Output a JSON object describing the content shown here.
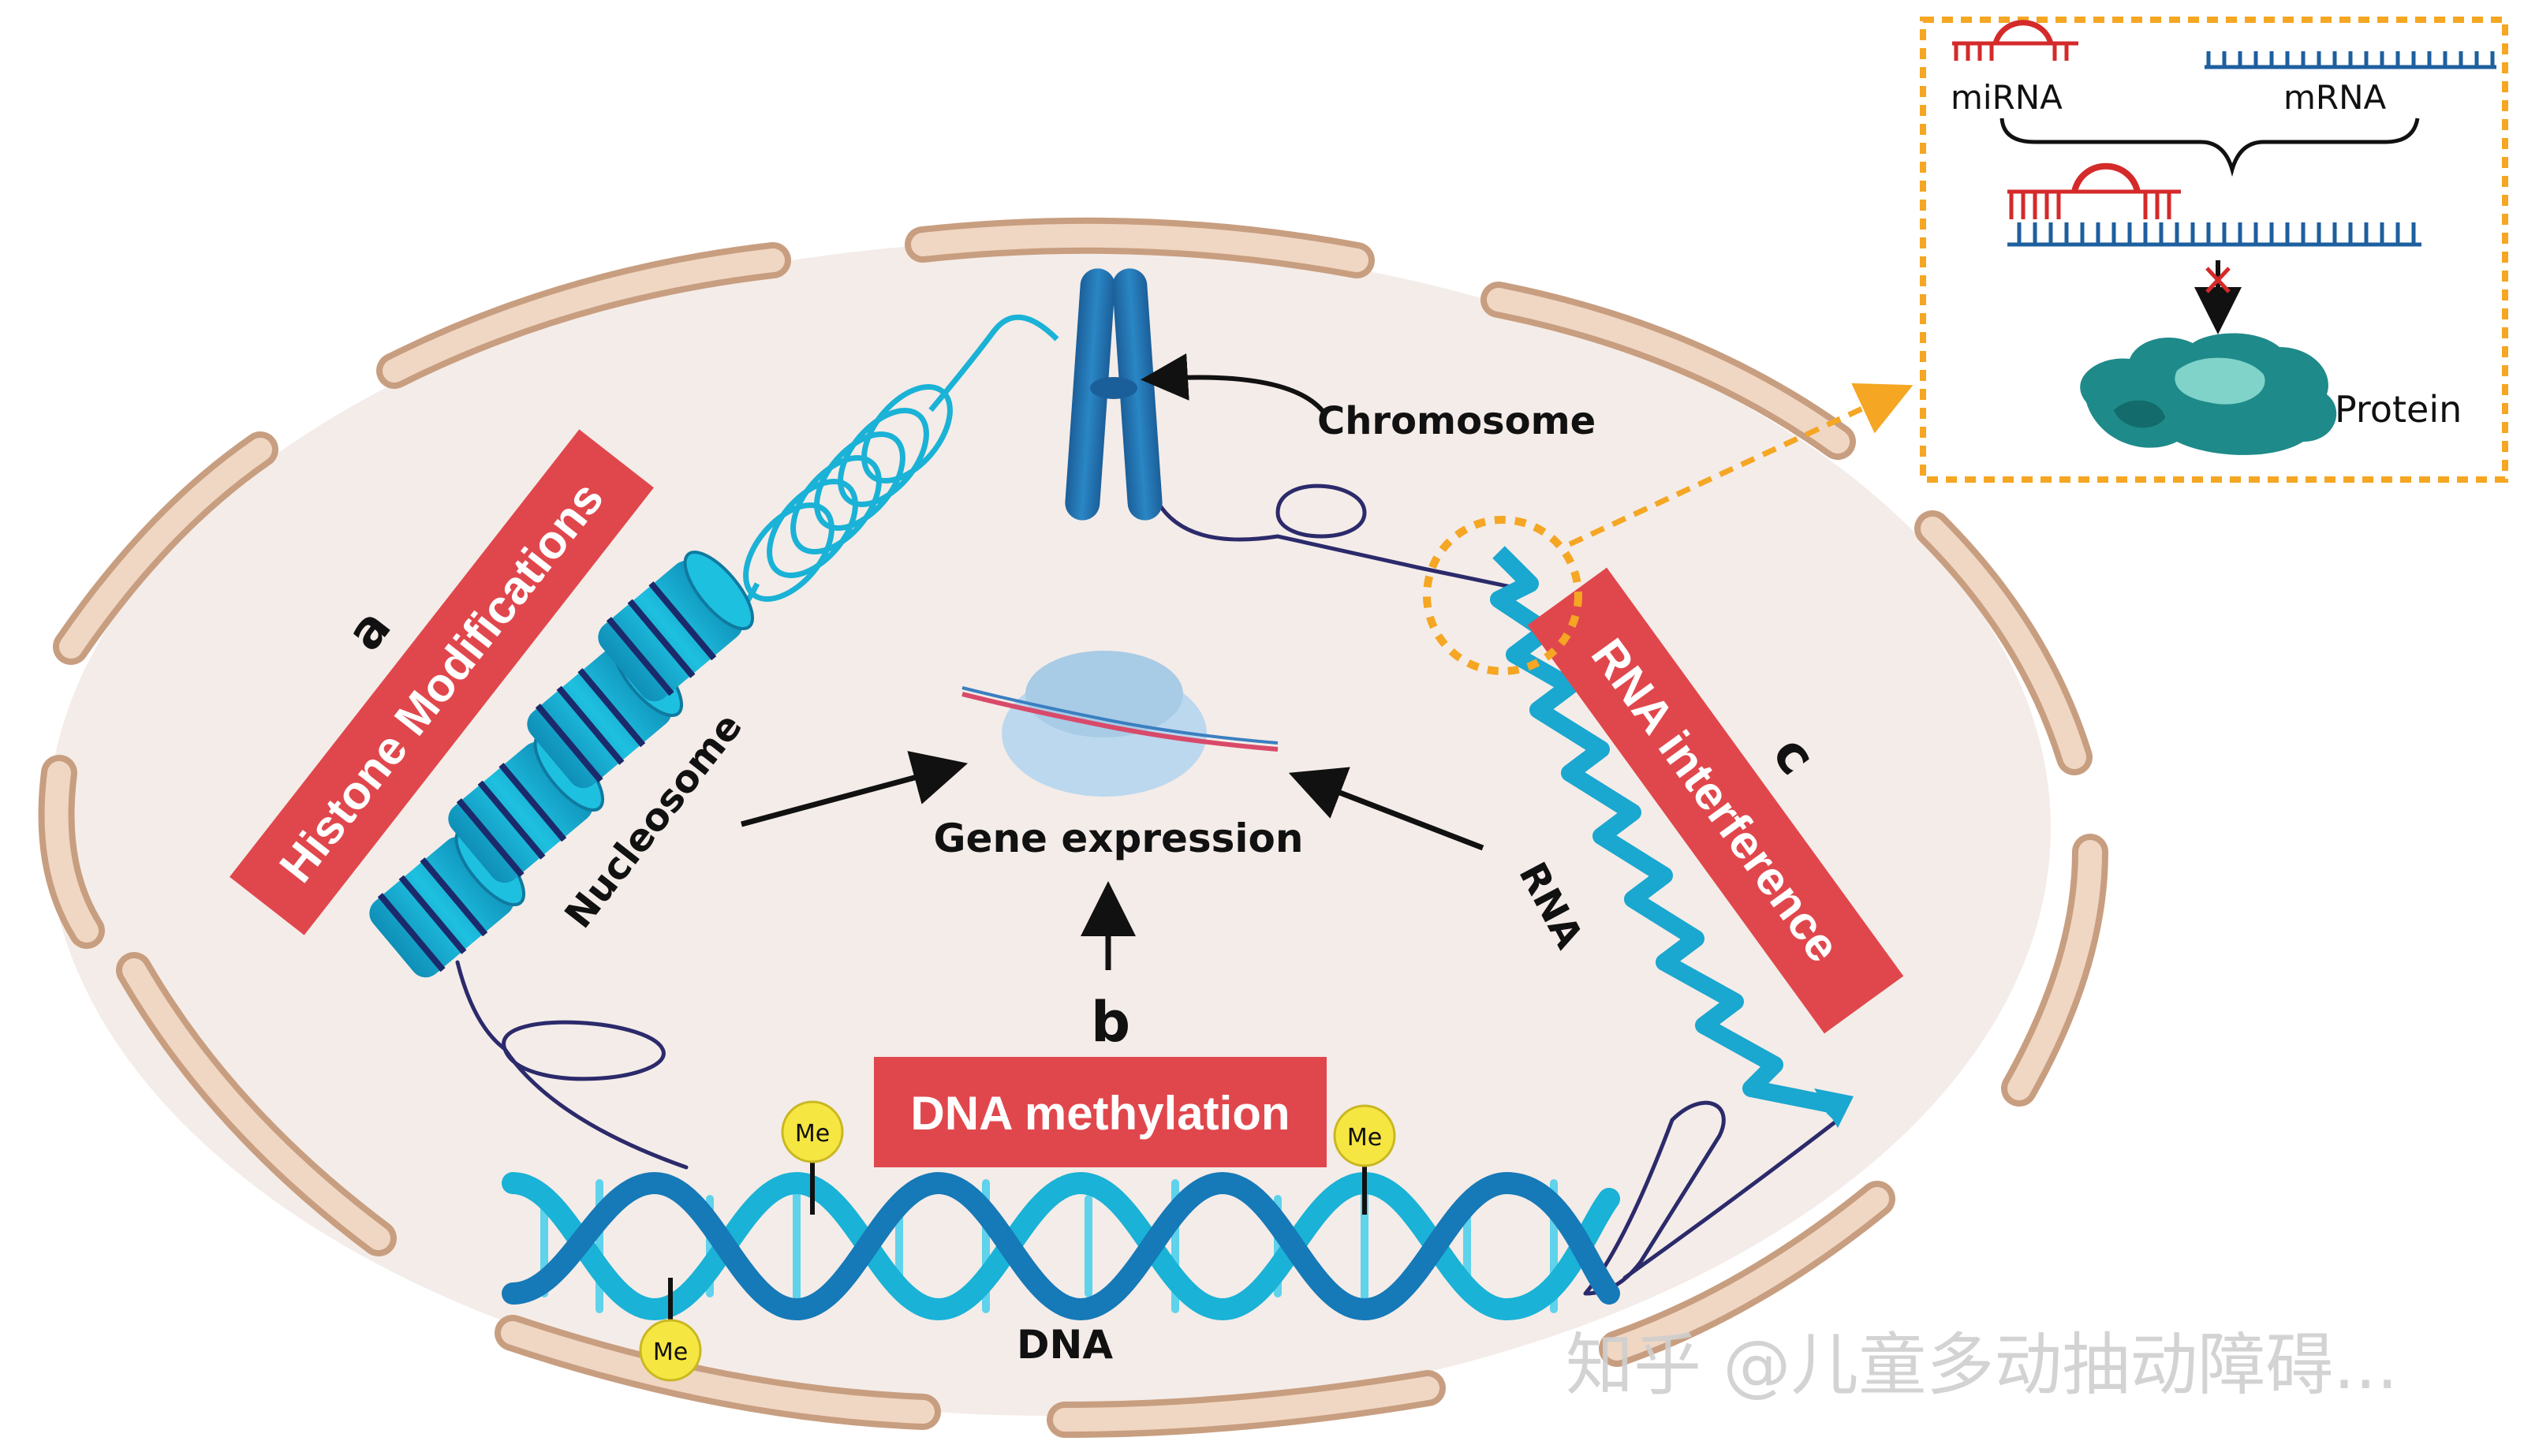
{
  "labels": {
    "histone": "Histone Modifications",
    "dna_methylation": "DNA methylation",
    "rna_interference": "RNA interference",
    "a": "a",
    "b": "b",
    "c": "c",
    "chromosome": "Chromosome",
    "nucleosome": "Nucleosome",
    "gene_expression": "Gene expression",
    "rna": "RNA",
    "dna": "DNA",
    "me": "Me"
  },
  "inset": {
    "mirna": "miRNA",
    "mrna": "mRNA",
    "protein": "Protein"
  },
  "watermark": "知乎 @儿童多动抽动障碍...",
  "colors": {
    "cell_fill": "#f4ece8",
    "membrane": "#e8c9ad",
    "banner_red": "#e0474c",
    "dna_light": "#1ab2d6",
    "dna_dark": "#1679b8",
    "helix_blue": "#1aa7d0",
    "fiber_navy": "#2b2a6b",
    "me_yellow": "#f5e642",
    "inset_orange": "#f5a623",
    "mirna_red": "#d42a2a",
    "mrna_blue": "#1e5f9e",
    "protein_teal": "#1f8a8a"
  }
}
